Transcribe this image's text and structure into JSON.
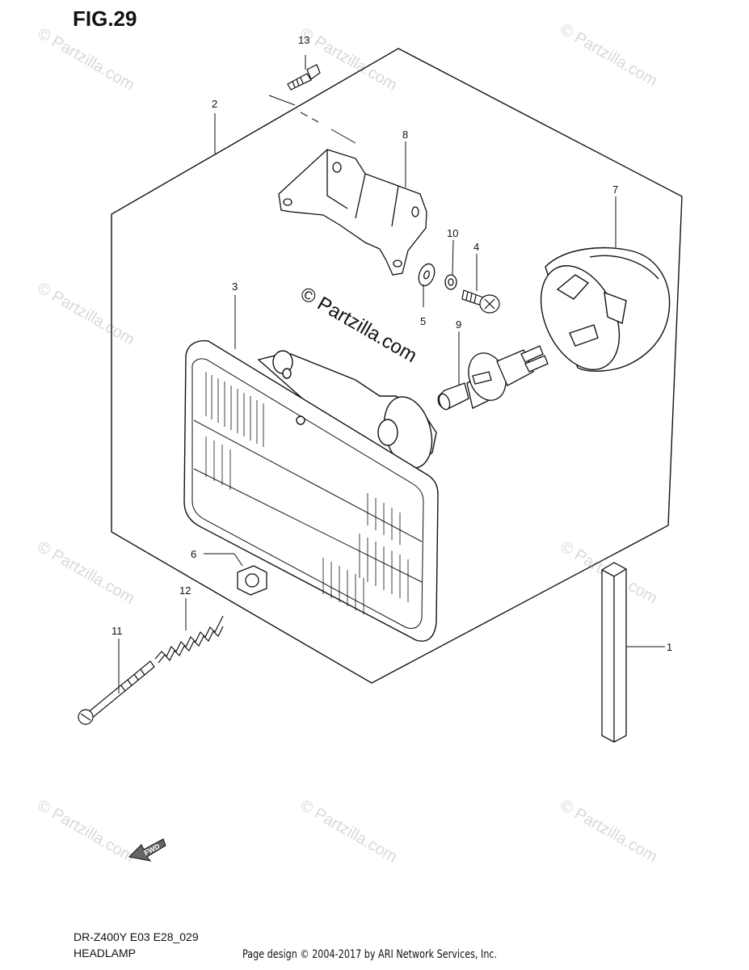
{
  "figure": {
    "title": "FIG.29",
    "model_code": "DR-Z400Y E03 E28_029",
    "diagram_name": "HEADLAMP",
    "credit": "Page design © 2004-2017 by ARI Network Services, Inc."
  },
  "watermark": {
    "text": "© Partzilla.com",
    "center_text": "© Partzilla.com"
  },
  "fwd_arrow": {
    "label": "FWD"
  },
  "callouts": [
    {
      "id": "1",
      "part": "spacer-bar"
    },
    {
      "id": "2",
      "part": "headlamp-assembly"
    },
    {
      "id": "3",
      "part": "headlamp-unit"
    },
    {
      "id": "4",
      "part": "screw"
    },
    {
      "id": "5",
      "part": "washer"
    },
    {
      "id": "6",
      "part": "nut-clip"
    },
    {
      "id": "7",
      "part": "bulb-cover"
    },
    {
      "id": "8",
      "part": "bracket"
    },
    {
      "id": "9",
      "part": "bulb"
    },
    {
      "id": "10",
      "part": "lock-washer"
    },
    {
      "id": "11",
      "part": "adjust-bolt"
    },
    {
      "id": "12",
      "part": "spring"
    },
    {
      "id": "13",
      "part": "tapping-screw"
    }
  ]
}
